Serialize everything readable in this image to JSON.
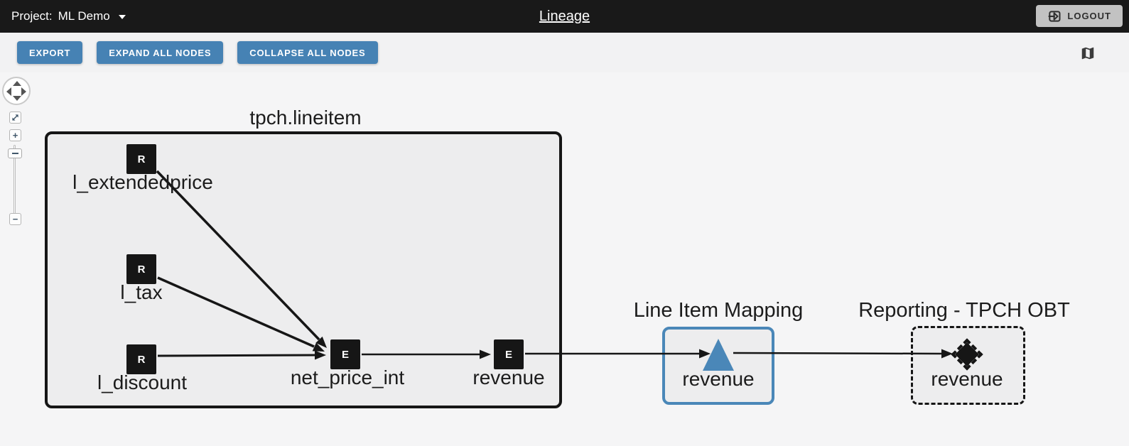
{
  "header": {
    "project_label": "Project:",
    "project_value": "ML Demo",
    "title": "Lineage",
    "logout_label": "LOGOUT"
  },
  "toolbar": {
    "export_label": "EXPORT",
    "expand_label": "EXPAND ALL NODES",
    "collapse_label": "COLLAPSE ALL NODES",
    "minimap_icon": "map-icon"
  },
  "colors": {
    "topbar_bg": "#191919",
    "accent_blue": "#4682b4",
    "node_blue": "#4a87b8",
    "canvas_bg": "#f5f5f6",
    "group_fill": "#ededee",
    "ink": "#161616",
    "logout_bg": "#c2c2c2"
  },
  "panzoom": {
    "controls": [
      "pan",
      "fit",
      "zoom-in",
      "zoom-slider",
      "zoom-out"
    ],
    "zoom_in_glyph": "+",
    "zoom_out_glyph": "−"
  },
  "graph": {
    "groups": [
      {
        "id": "tpch",
        "title": "tpch.lineitem",
        "style": "solid-black"
      },
      {
        "id": "lim",
        "title": "Line Item Mapping",
        "style": "solid-blue"
      },
      {
        "id": "rep",
        "title": "Reporting - TPCH OBT",
        "style": "dashed-black"
      }
    ],
    "nodes": [
      {
        "id": "l_extendedprice",
        "group": "tpch",
        "label": "l_extendedprice",
        "badge": "R"
      },
      {
        "id": "l_tax",
        "group": "tpch",
        "label": "l_tax",
        "badge": "R"
      },
      {
        "id": "l_discount",
        "group": "tpch",
        "label": "l_discount",
        "badge": "R"
      },
      {
        "id": "net_price_int",
        "group": "tpch",
        "label": "net_price_int",
        "badge": "E"
      },
      {
        "id": "revenue",
        "group": "tpch",
        "label": "revenue",
        "badge": "E"
      },
      {
        "id": "lim_revenue",
        "group": "lim",
        "label": "revenue",
        "icon": "triangle"
      },
      {
        "id": "rep_revenue",
        "group": "rep",
        "label": "revenue",
        "icon": "diamond"
      }
    ],
    "edges": [
      {
        "from": "l_extendedprice",
        "to": "net_price_int"
      },
      {
        "from": "l_tax",
        "to": "net_price_int"
      },
      {
        "from": "l_discount",
        "to": "net_price_int"
      },
      {
        "from": "net_price_int",
        "to": "revenue"
      },
      {
        "from": "revenue",
        "to": "lim_revenue"
      },
      {
        "from": "lim_revenue",
        "to": "rep_revenue"
      }
    ]
  }
}
